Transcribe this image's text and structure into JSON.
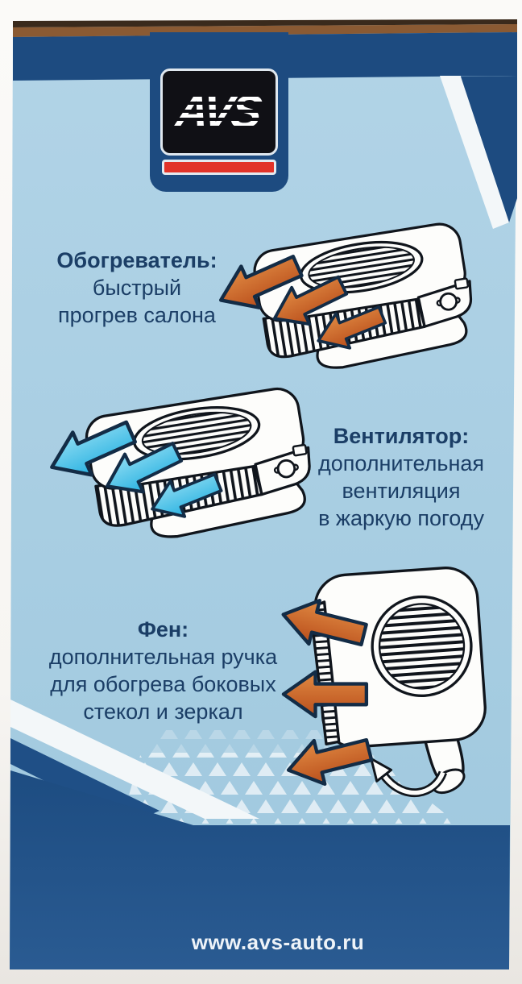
{
  "brand": {
    "logo_text": "AVS",
    "website": "www.avs-auto.ru"
  },
  "features": [
    {
      "id": "heater",
      "title": "Обогреватель:",
      "lines": [
        "быстрый",
        "прогрев салона"
      ]
    },
    {
      "id": "fan",
      "title": "Вентилятор:",
      "lines": [
        "дополнительная",
        "вентиляция",
        "в жаркую погоду"
      ]
    },
    {
      "id": "hairdryer",
      "title": "Фен:",
      "lines": [
        "дополнительная ручка",
        "для обогрева боковых",
        "стекол и зеркал"
      ]
    }
  ],
  "illustrations": [
    {
      "name": "heater-blowing-hot-air",
      "arrow_color": "#c75a22"
    },
    {
      "name": "heater-blowing-cool-air",
      "arrow_color": "#4cc3ea"
    },
    {
      "name": "handheld-defroster-hot-air",
      "arrow_color": "#c75a22"
    }
  ],
  "colors": {
    "panel_light_blue": "#a7cce0",
    "navy": "#1d4b80",
    "logo_red": "#e23329",
    "text_navy": "#1b3e66",
    "cardboard_brown": "#8a5a33"
  }
}
